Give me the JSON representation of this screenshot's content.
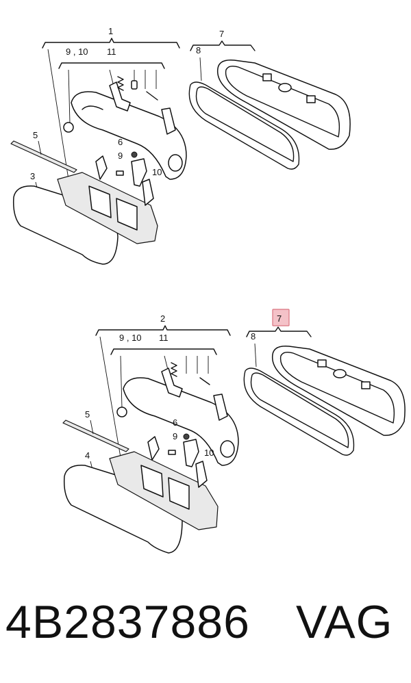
{
  "callouts": {
    "top": {
      "group_label": "1",
      "sub_group": "9 , 10",
      "sub_group_2": "11",
      "item_5": "5",
      "item_3": "3",
      "item_6": "6",
      "item_9": "9",
      "item_10": "10",
      "frame_group": "7",
      "item_8": "8"
    },
    "bottom": {
      "group_label": "2",
      "sub_group": "9 , 10",
      "sub_group_2": "11",
      "item_5": "5",
      "item_4": "4",
      "item_6": "6",
      "item_9": "9",
      "item_10": "10",
      "frame_group": "7",
      "item_8": "8"
    }
  },
  "highlight": {
    "label": "7",
    "color": "#f4c2c8",
    "border_color": "#d9737f"
  },
  "footer": {
    "part_number": "4B2837886",
    "brand": "VAG"
  }
}
